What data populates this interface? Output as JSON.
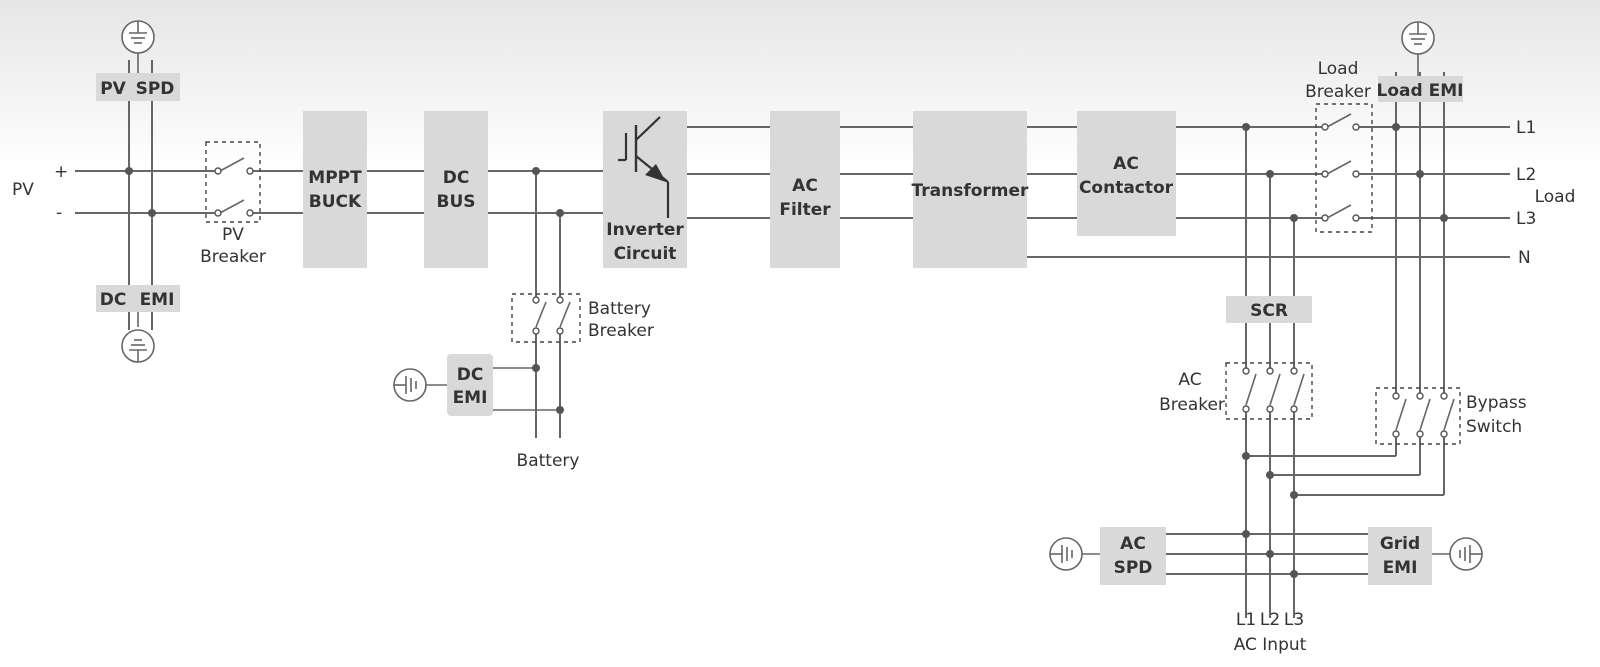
{
  "blocks": {
    "pv_spd": [
      "PV",
      "SPD"
    ],
    "dc_emi_top": [
      "DC",
      "EMI"
    ],
    "mppt": [
      "MPPT",
      "BUCK"
    ],
    "dc_bus": [
      "DC",
      "BUS"
    ],
    "inverter": [
      "Inverter",
      "Circuit"
    ],
    "ac_filter": [
      "AC",
      "Filter"
    ],
    "transformer": "Transformer",
    "ac_contactor": [
      "AC",
      "Contactor"
    ],
    "load_emi": "Load EMI",
    "scr": "SCR",
    "dc_emi_battery": [
      "DC",
      "EMI"
    ],
    "ac_spd": [
      "AC",
      "SPD"
    ],
    "grid_emi": [
      "Grid",
      "EMI"
    ]
  },
  "labels": {
    "pv": "PV",
    "plus": "+",
    "minus": "-",
    "pv_breaker": [
      "PV",
      "Breaker"
    ],
    "battery_breaker": [
      "Battery",
      "Breaker"
    ],
    "battery": "Battery",
    "load_breaker": [
      "Load",
      "Breaker"
    ],
    "load": "Load",
    "ac_breaker": [
      "AC",
      "Breaker"
    ],
    "bypass_switch": [
      "Bypass",
      "Switch"
    ],
    "output_lines": [
      "L1",
      "L2",
      "L3",
      "N"
    ],
    "ac_input_lines": [
      "L1",
      "L2",
      "L3"
    ],
    "ac_input": "AC Input"
  },
  "colors": {
    "block_fill": "#d9d9d9",
    "wire": "#666666",
    "text": "#333333"
  },
  "icons": [
    "ground-icon",
    "switch-icon",
    "igbt-icon"
  ]
}
